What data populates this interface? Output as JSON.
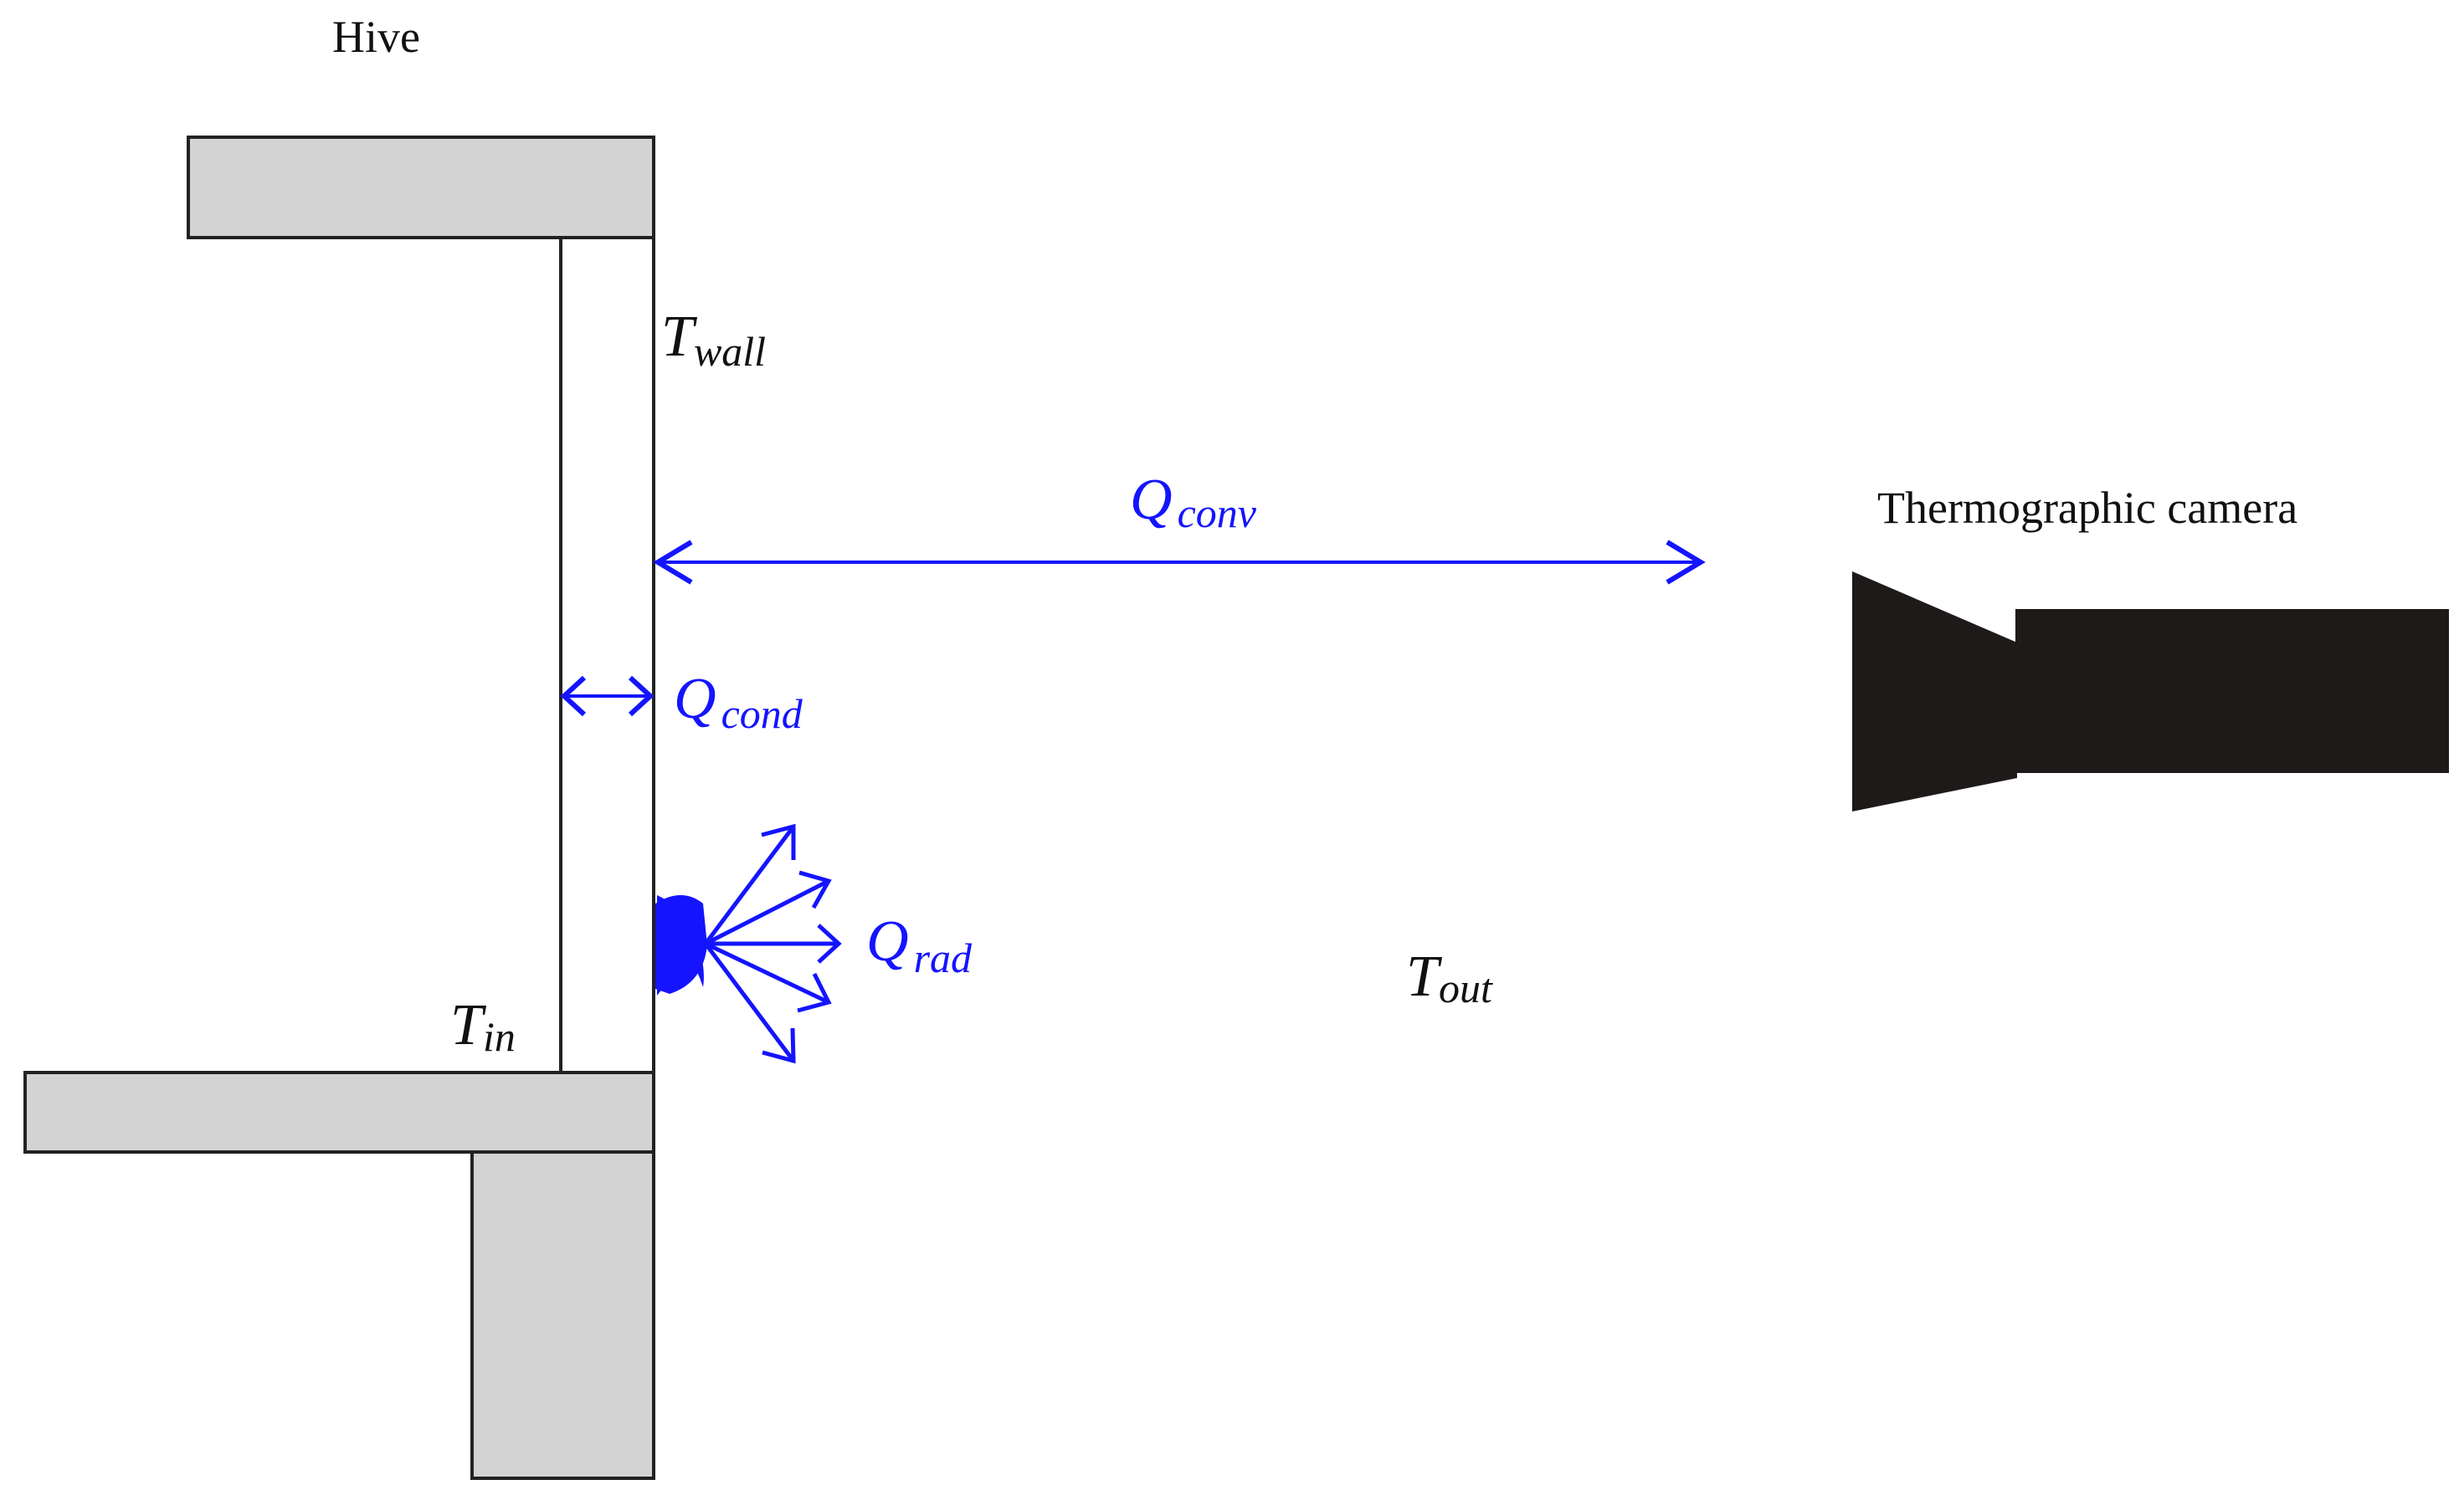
{
  "labels": {
    "hive": "Hive",
    "camera": "Thermographic camera"
  },
  "symbols": {
    "t_wall": {
      "main": "T",
      "sub": "wall"
    },
    "t_in": {
      "main": "T",
      "sub": "in"
    },
    "t_out": {
      "main": "T",
      "sub": "out"
    },
    "q_conv": {
      "main": "Q",
      "sub": "conv"
    },
    "q_cond": {
      "main": "Q",
      "sub": "cond"
    },
    "q_rad": {
      "main": "Q",
      "sub": "rad"
    }
  },
  "colors": {
    "heat_flow": "#1414ff",
    "structure_fill": "#d3d3d3",
    "structure_stroke": "#222222",
    "camera": "#1e1a1a",
    "text": "#111111"
  },
  "icons": {
    "camera": "thermographic-camera-icon",
    "radiation_source": "radiation-source-icon"
  }
}
